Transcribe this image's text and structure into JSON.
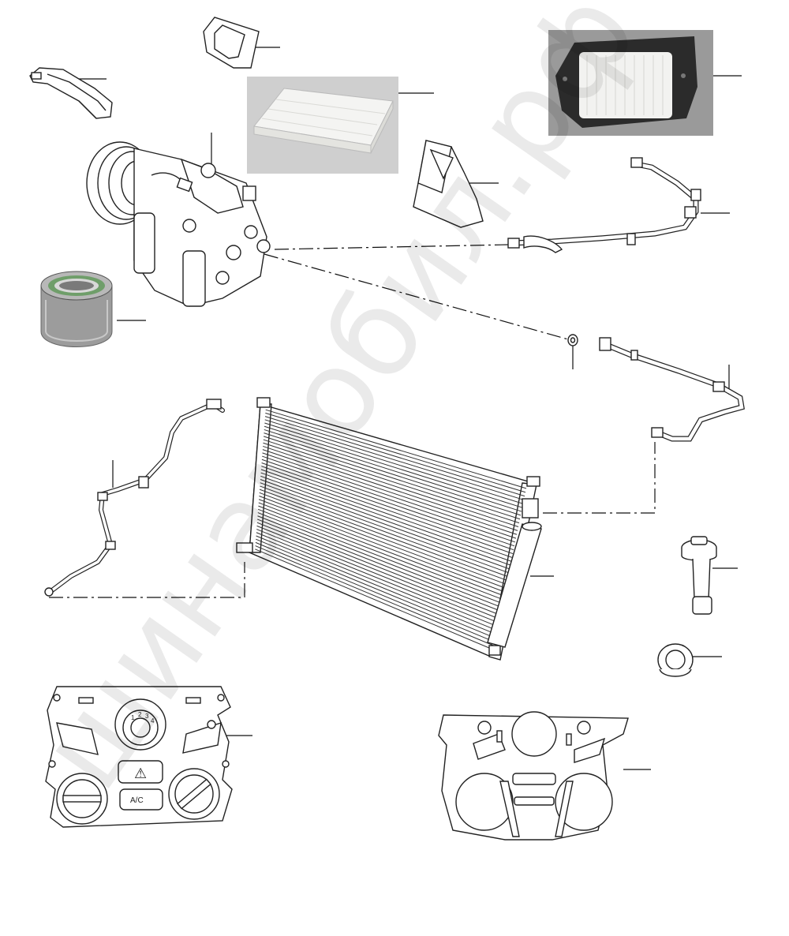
{
  "watermark": {
    "text": "шинамобил.рф",
    "color": "#000000"
  },
  "parts": [
    "ac-compressor",
    "compressor-clutch-bearing",
    "cabin-air-filter",
    "filter-housing-gasket",
    "air-duct-adapter",
    "cabin-filter-in-housing-photo",
    "suction-hose-low-pressure",
    "o-ring-seal",
    "discharge-hose-high-pressure",
    "liquid-line-pipe",
    "condenser",
    "receiver-dryer",
    "pressure-switch",
    "grommet",
    "hvac-control-panel-front",
    "hvac-control-panel-bezel-rear",
    "mounting-bracket-clip"
  ],
  "control_panel": {
    "hazard_symbol": "⚠",
    "ac_label": "A/C",
    "fan_speed_marks": [
      "1",
      "2",
      "3",
      "4"
    ]
  }
}
